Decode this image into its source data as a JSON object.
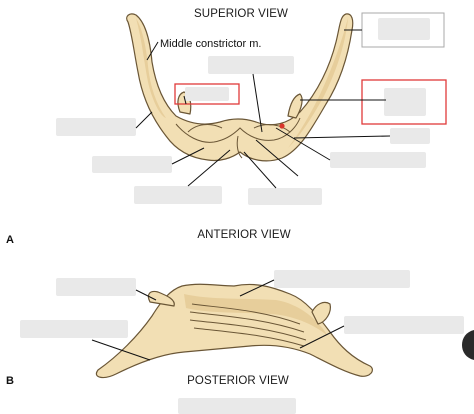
{
  "views": {
    "superior_title": "SUPERIOR VIEW",
    "anterior_title": "ANTERIOR VIEW",
    "posterior_title": "POSTERIOR VIEW"
  },
  "panels": {
    "a_letter": "A",
    "b_letter": "B"
  },
  "labels": {
    "middle_constrictor": "Middle constrictor m."
  },
  "colors": {
    "bone": "#f2dfb4",
    "outline": "#6a5636",
    "answer_box_red": "#e03a3a",
    "answer_box_gray": "#a8a8a8"
  }
}
